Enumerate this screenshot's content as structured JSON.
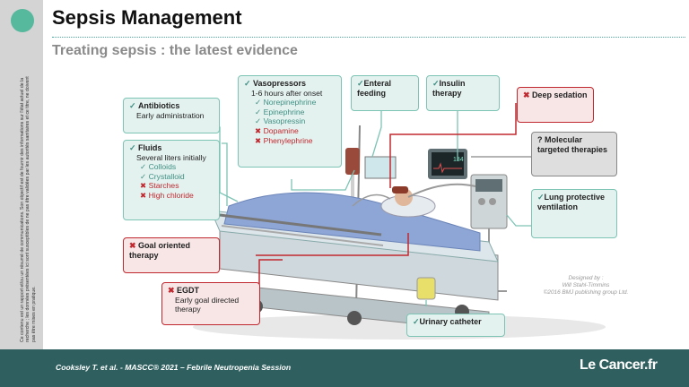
{
  "slide": {
    "title": "Sepsis Management",
    "subtitle": "Treating sepsis : the latest evidence",
    "disclaimer": "Ce contenu est un rapport et/ou un résumé de communications. Son objectif est de fournir des informations sur l'état actuel de la recherche ; les données présentées ici sont susceptibles de ne pas être validées par les autorités sanitaires et ce titre, ne doivent pas être mises en pratique.",
    "footer": "Cooksley T. et al. - MASCC® 2021 – Febrile Neutropenia Session",
    "brand": "Le Cancer.fr",
    "colors": {
      "accent": "#56b89d",
      "footer_bg": "#2f5f5f",
      "red": "#c0282f"
    }
  },
  "credit": {
    "line1": "Designed by :",
    "line2": "Will Stahl-Timmins",
    "line3": "©2016 BMJ publishing group Ltd."
  },
  "boxes": {
    "antibiotics": {
      "title": "Antibiotics",
      "sub": "Early administration"
    },
    "fluids": {
      "title": "Fluids",
      "sub": "Several liters initially",
      "good": [
        "Colloids",
        "Crystalloid"
      ],
      "bad": [
        "Starches",
        "High chloride"
      ]
    },
    "vasopressors": {
      "title": "Vasopressors",
      "sub": "1-6 hours after onset",
      "good": [
        "Norepinephrine",
        "Epinephrine",
        "Vasopressin"
      ],
      "bad": [
        "Dopamine",
        "Phenylephrine"
      ]
    },
    "enteral": {
      "title": "Enteral feeding"
    },
    "insulin": {
      "title": "Insulin therapy"
    },
    "sedation": {
      "title": "Deep sedation"
    },
    "molecular": {
      "title": "? Molecular targeted therapies"
    },
    "lung": {
      "title": "Lung protective ventilation"
    },
    "goal": {
      "title": "Goal oriented therapy"
    },
    "egdt": {
      "title": "EGDT",
      "sub": "Early goal directed therapy"
    },
    "urinary": {
      "title": "Urinary catheter"
    }
  },
  "monitor": {
    "reading": "134"
  }
}
